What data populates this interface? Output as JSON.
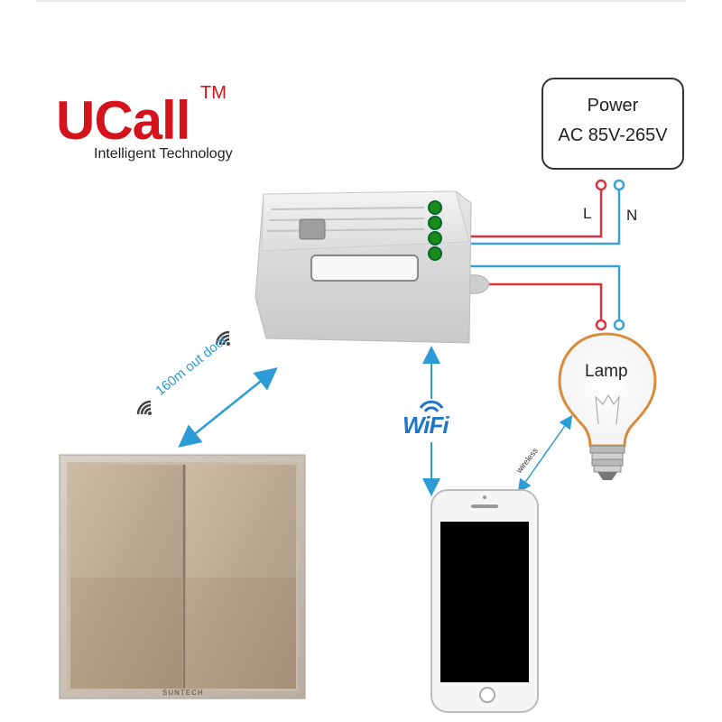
{
  "logo": {
    "brand": "UCall",
    "tm": "TM",
    "tagline": "Intelligent Technology"
  },
  "power": {
    "title": "Power",
    "range": "AC 85V-265V"
  },
  "terminals": {
    "live": "L",
    "neutral": "N"
  },
  "labels": {
    "lamp": "Lamp",
    "distance": "160m  out  door",
    "wifi": "WiFi",
    "wireless": "wireless",
    "switch_brand": "SUNTECH"
  },
  "colors": {
    "logo_red": "#d4141c",
    "wire_red": "#d9343b",
    "wire_blue": "#3aa0d6",
    "arrow_blue": "#2d9bd6",
    "switch_gold": "#b9a58d"
  }
}
